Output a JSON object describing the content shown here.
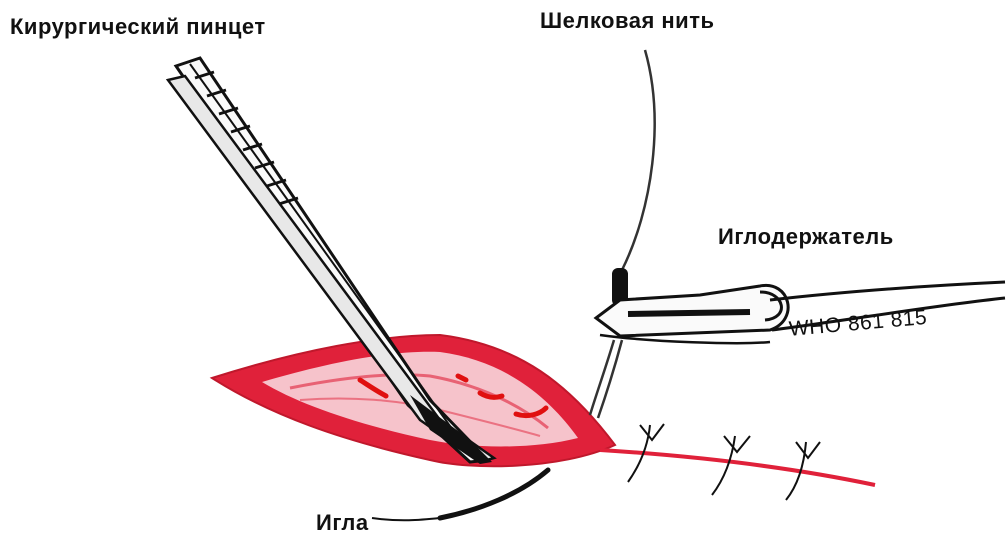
{
  "labels": {
    "forceps": "Кирургический пинцет",
    "thread": "Шелковая нить",
    "needle_holder": "Иглодержатель",
    "needle": "Игла",
    "code": "WHO 861 815"
  },
  "colors": {
    "wound": "#e0213a",
    "wound_light": "#f6c3cb",
    "ink": "#111111",
    "marker": "#e01010"
  }
}
